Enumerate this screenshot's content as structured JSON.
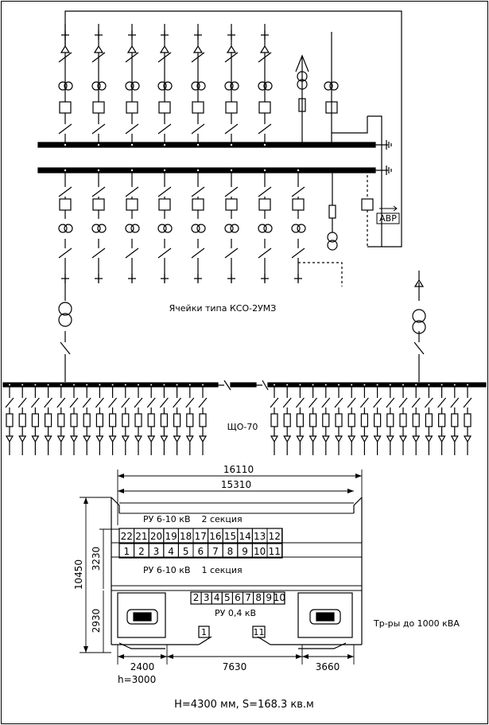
{
  "labels": {
    "cells_type": "Ячейки типа КСО-2УМЗ",
    "shield": "ЩО-70",
    "avr": "АВР",
    "ru_hv_section2": "РУ 6-10 кВ    2 секция",
    "ru_hv_section1": "РУ 6-10 кВ    1 секция",
    "ru_lv": "РУ 0,4 кВ",
    "transformers": "Тр-ры до 1000 кВА",
    "footer": "Н=4300 мм, S=168.3 кв.м",
    "room_height": "h=3000"
  },
  "dimensions": {
    "total_width": "16110",
    "inner_width": "15310",
    "total_depth": "10450",
    "ru_depth": "3230",
    "tr_depth": "2930",
    "tr_left_width": "2400",
    "middle_width": "7630",
    "tr_right_width": "3660"
  },
  "cells": {
    "section2": [
      "22",
      "21",
      "20",
      "19",
      "18",
      "17",
      "16",
      "15",
      "14",
      "13",
      "12"
    ],
    "section1": [
      "1",
      "2",
      "3",
      "4",
      "5",
      "6",
      "7",
      "8",
      "9",
      "10",
      "11"
    ],
    "lv": [
      "2",
      "3",
      "4",
      "5",
      "6",
      "7",
      "8",
      "9",
      "10"
    ],
    "door_left": "1",
    "door_right": "11"
  },
  "colors": {
    "line": "#000000",
    "background": "#ffffff"
  }
}
